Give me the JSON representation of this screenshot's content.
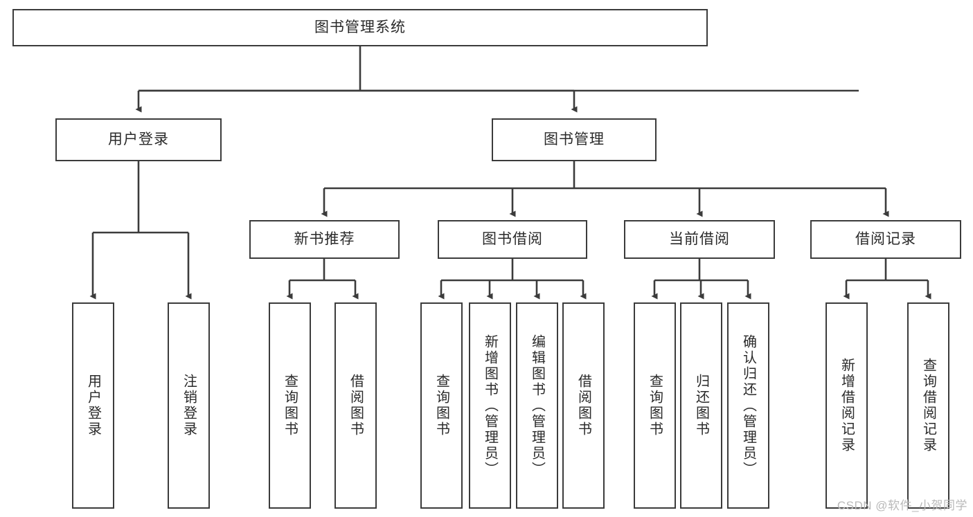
{
  "diagram": {
    "type": "tree",
    "title": "图书管理系统",
    "watermark": "CSDN @软件_小贺同学",
    "nodes": {
      "root": {
        "label": "图书管理系统"
      },
      "level2": [
        {
          "id": "user-login",
          "label": "用户登录"
        },
        {
          "id": "book-manage",
          "label": "图书管理"
        }
      ],
      "level3": [
        {
          "id": "new-book-rec",
          "label": "新书推荐"
        },
        {
          "id": "book-borrow",
          "label": "图书借阅"
        },
        {
          "id": "current-borrow",
          "label": "当前借阅"
        },
        {
          "id": "borrow-record",
          "label": "借阅记录"
        }
      ],
      "leaves": [
        {
          "id": "leaf-user-login",
          "label": "用户登录",
          "parent": "user-login"
        },
        {
          "id": "leaf-logout",
          "label": "注销登录",
          "parent": "user-login"
        },
        {
          "id": "leaf-query-book-1",
          "label": "查询图书",
          "parent": "new-book-rec"
        },
        {
          "id": "leaf-borrow-book-1",
          "label": "借阅图书",
          "parent": "new-book-rec"
        },
        {
          "id": "leaf-query-book-2",
          "label": "查询图书",
          "parent": "book-borrow"
        },
        {
          "id": "leaf-add-book",
          "label": "新增图书（管理员）",
          "parent": "book-borrow"
        },
        {
          "id": "leaf-edit-book",
          "label": "编辑图书（管理员）",
          "parent": "book-borrow"
        },
        {
          "id": "leaf-borrow-book-2",
          "label": "借阅图书",
          "parent": "book-borrow"
        },
        {
          "id": "leaf-query-book-3",
          "label": "查询图书",
          "parent": "current-borrow"
        },
        {
          "id": "leaf-return-book",
          "label": "归还图书",
          "parent": "current-borrow"
        },
        {
          "id": "leaf-confirm-return",
          "label": "确认归还（管理员）",
          "parent": "current-borrow"
        },
        {
          "id": "leaf-add-record",
          "label": "新增借阅记录",
          "parent": "borrow-record"
        },
        {
          "id": "leaf-query-record",
          "label": "查询借阅记录",
          "parent": "borrow-record"
        }
      ]
    },
    "colors": {
      "stroke": "#3b3b3b",
      "text": "#2a2a2a",
      "background": "#ffffff",
      "watermark": "#b9b9b9"
    }
  }
}
